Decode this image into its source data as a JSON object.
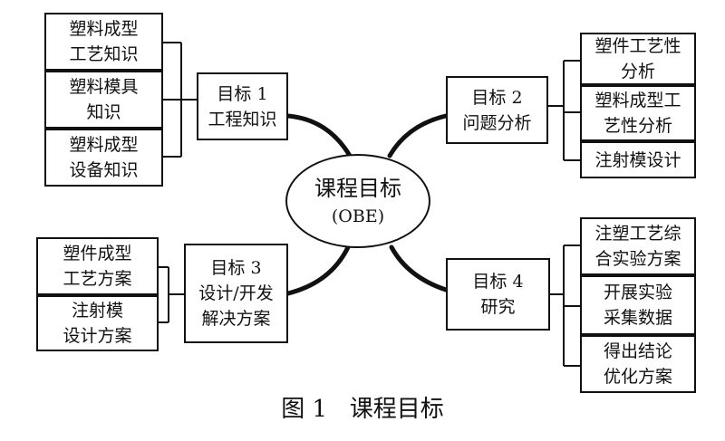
{
  "center": {
    "line1": "课程目标",
    "line2": "(OBE)"
  },
  "goals": [
    {
      "id": "goal-1",
      "line1": "目标 1",
      "line2": "工程知识",
      "items": [
        {
          "line1": "塑料成型",
          "line2": "工艺知识"
        },
        {
          "line1": "塑料模具",
          "line2": "知识"
        },
        {
          "line1": "塑料成型",
          "line2": "设备知识"
        }
      ]
    },
    {
      "id": "goal-2",
      "line1": "目标 2",
      "line2": "问题分析",
      "items": [
        {
          "line1": "塑件工艺性",
          "line2": "分析"
        },
        {
          "line1": "塑料成型工",
          "line2": "艺性分析"
        },
        {
          "line1": "注射模设计",
          "line2": ""
        }
      ]
    },
    {
      "id": "goal-3",
      "line1": "目标 3",
      "line2": "设计/开发",
      "line3": "解决方案",
      "items": [
        {
          "line1": "塑件成型",
          "line2": "工艺方案"
        },
        {
          "line1": "注射模",
          "line2": "设计方案"
        }
      ]
    },
    {
      "id": "goal-4",
      "line1": "目标 4",
      "line2": "研究",
      "items": [
        {
          "line1": "注塑工艺综",
          "line2": "合实验方案"
        },
        {
          "line1": "开展实验",
          "line2": "采集数据"
        },
        {
          "line1": "得出结论",
          "line2": "优化方案"
        }
      ]
    }
  ],
  "caption": "图 1   课程目标"
}
